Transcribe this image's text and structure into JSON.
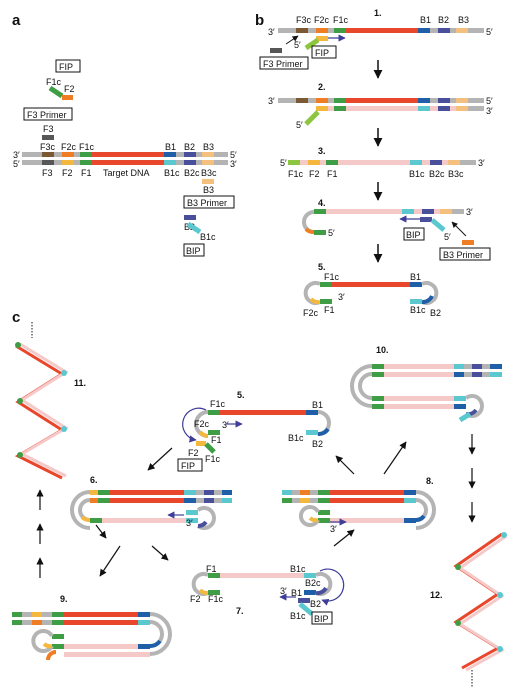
{
  "panels": {
    "a": "a",
    "b": "b",
    "c": "c"
  },
  "colors": {
    "red": "#e8472b",
    "pink": "#f6c9c9",
    "gray": "#b4b4b4",
    "darkgray": "#575757",
    "green": "#3f9e45",
    "lime": "#8cc63f",
    "orange": "#ee7d24",
    "yellow": "#f4b83f",
    "teal": "#5bc8cf",
    "blue": "#1f5fa8",
    "navy": "#4a4f9c",
    "tan": "#f5bf7e",
    "brown": "#7b5a33",
    "arrow": "#3f3d98"
  },
  "panel_a": {
    "fip": "FIP",
    "f1c": "F1c",
    "f2": "F2",
    "f3_primer": "F3 Primer",
    "f3": "F3",
    "top_3": "3′",
    "top_5": "5′",
    "bot_3": "3′",
    "bot_5": "5′",
    "f3c": "F3c",
    "f2c": "F2c",
    "f1c_top": "F1c",
    "b1": "B1",
    "b2": "B2",
    "b3": "B3",
    "f3b": "F3",
    "f2b": "F2",
    "f1b": "F1",
    "target": "Target DNA",
    "b1c": "B1c",
    "b2c": "B2c",
    "b3c": "B3c",
    "b3_below": "B3",
    "b3_primer": "B3 Primer",
    "b2_bip": "B2",
    "b1c_bip": "B1c",
    "bip": "BIP"
  },
  "panel_b": {
    "s1": "1.",
    "s1_3": "3′",
    "s1_f3c": "F3c",
    "s1_f2c": "F2c",
    "s1_f1c": "F1c",
    "s1_b1": "B1",
    "s1_b2": "B2",
    "s1_b3": "B3",
    "s1_5": "5′",
    "s1_5b": "5′",
    "s1_fip": "FIP",
    "s1_f3primer": "F3 Primer",
    "s2": "2.",
    "s2_3": "3′",
    "s2_5": "5′",
    "s2_3b": "3′",
    "s2_5b": "5′",
    "s3": "3.",
    "s3_5": "5′",
    "s3_3": "3′",
    "s3_f1c": "F1c",
    "s3_f2": "F2",
    "s3_f1": "F1",
    "s3_b1c": "B1c",
    "s3_b2c": "B2c",
    "s3_b3c": "B3c",
    "s4": "4.",
    "s4_5": "5′",
    "s4_3": "3′",
    "s4_bip": "BIP",
    "s4_5b": "5′",
    "s4_b3primer": "B3 Primer",
    "s5": "5.",
    "s5_f1c": "F1c",
    "s5_3": "3′",
    "s5_f1": "F1",
    "s5_f2c": "F2c",
    "s5_b1": "B1",
    "s5_b1c": "B1c",
    "s5_b2": "B2"
  },
  "panel_c": {
    "s5": "5.",
    "s5_f2c": "F2c",
    "s5_f1c": "F1c",
    "s5_3": "3′",
    "s5_f1": "F1",
    "s5_f2": "F2",
    "s5_f1c2": "F1c",
    "s5_fip": "FIP",
    "s5_b1": "B1",
    "s5_b1c": "B1c",
    "s5_b2": "B2",
    "s6": "6.",
    "s6_3": "3′",
    "s7": "7.",
    "s7_f1": "F1",
    "s7_f2": "F2",
    "s7_f1c": "F1c",
    "s7_b1c": "B1c",
    "s7_b2c": "B2c",
    "s7_3": "3′",
    "s7_b1": "B1",
    "s7_b2": "B2",
    "s7_b1c2": "B1c",
    "s7_bip": "BIP",
    "s8": "8.",
    "s8_3": "3′",
    "s9": "9.",
    "s10": "10.",
    "s11": "11.",
    "s12": "12."
  }
}
